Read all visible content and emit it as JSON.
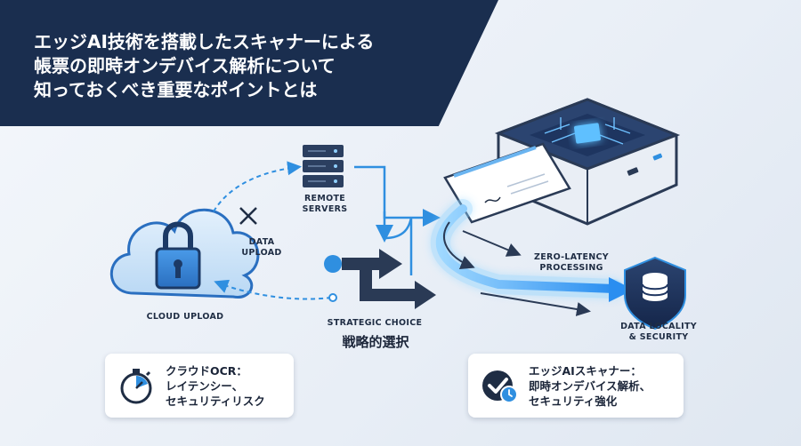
{
  "title": {
    "line1": "エッジAI技術を搭載したスキャナーによる",
    "line2": "帳票の即時オンデバイス解析について",
    "line3": "知っておくべき重要なポイントとは"
  },
  "labels": {
    "remote_servers_1": "REMOTE",
    "remote_servers_2": "SERVERS",
    "data_upload_1": "DATA",
    "data_upload_2": "UPLOAD",
    "cloud_upload": "CLOUD UPLOAD",
    "strategic_choice": "STRATEGIC CHOICE",
    "strategic_choice_jp": "戦略的選択",
    "zero_latency_1": "ZERO-LATENCY",
    "zero_latency_2": "PROCESSING",
    "data_locality_1": "DATA LOCALITY",
    "data_locality_2": "& SECURITY"
  },
  "cards": {
    "cloud": {
      "line1": "クラウドOCR：",
      "line2": "レイテンシー、",
      "line3": "セキュリティリスク",
      "icon": "stopwatch-icon"
    },
    "edge": {
      "line1": "エッジAIスキャナー：",
      "line2": "即時オンデバイス解析、",
      "line3": "セキュリティ強化",
      "icon": "check-clock-icon"
    }
  },
  "colors": {
    "navy": "#1a2e4f",
    "accent_blue": "#2f8fe0",
    "light_blue": "#6ab4f0",
    "dark_arrow": "#1f2d44"
  }
}
